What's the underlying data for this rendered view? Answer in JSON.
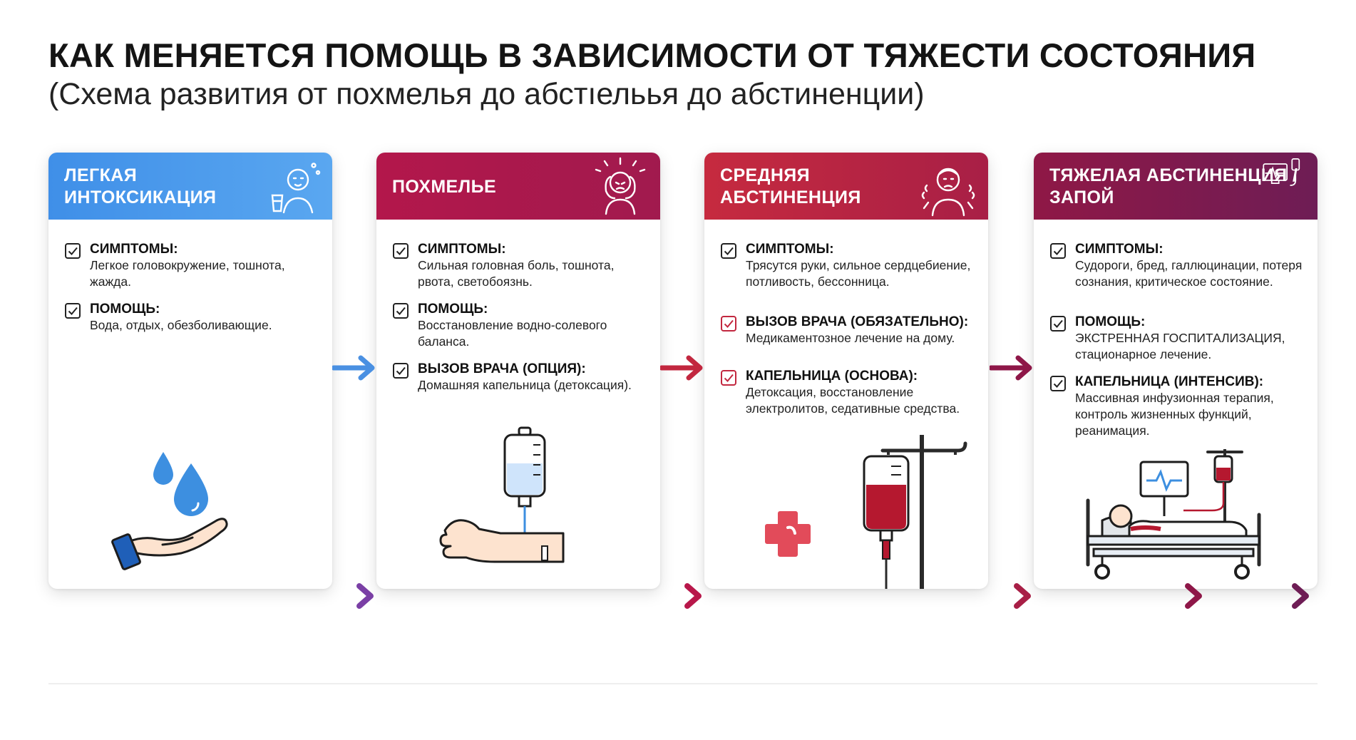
{
  "header": {
    "title": "КАК МЕНЯЕТСЯ ПОМОЩЬ В ЗАВИСИМОСТИ ОТ ТЯЖЕСТИ СОСТОЯНИЯ",
    "subtitle": "(Схема развития от похмелья до абстıельья до абстиненции)"
  },
  "colors": {
    "stage1": "#4a90e2",
    "stage2": "#b8174a",
    "stage3": "#c2273f",
    "stage4": "#8e1748",
    "flow_start": "#4a90e2",
    "flow_end": "#6e1d55"
  },
  "stages": [
    {
      "title": "Легкая интоксикация",
      "header_icon": "person-drinking-water-icon",
      "illustration": "water-drops-hand-icon",
      "sections": [
        {
          "title": "СИМПТОМЫ:",
          "text": "Легкое головокружение, тошнота, жажда."
        },
        {
          "title": "ПОМОЩЬ:",
          "text": "Вода, отдых, обезболивающие."
        }
      ]
    },
    {
      "title": "Похмелье",
      "header_icon": "person-headache-icon",
      "illustration": "iv-drip-arm-icon",
      "sections": [
        {
          "title": "СИМПТОМЫ:",
          "text": "Сильная головная боль, тошнота, рвота, светобоязнь."
        },
        {
          "title": "ПОМОЩЬ:",
          "text": "Восстановление водно-солевого баланса."
        },
        {
          "title": "ВЫЗОВ ВРАЧА (ОПЦИЯ):",
          "text": "Домашняя капельница (детоксация)."
        }
      ]
    },
    {
      "title": "Средняя абстиненция",
      "header_icon": "person-trembling-icon",
      "illustration": "medical-cross-iv-stand-icon",
      "sections": [
        {
          "title": "СИМПТОМЫ:",
          "text": "Трясутся руки, сильное сердцебиение, потливость, бессонница."
        },
        {
          "title": "ВЫЗОВ ВРАЧА (ОБЯЗАТЕЛЬНО):",
          "text": "Медикаментозное лечение на дому."
        },
        {
          "title": "КАПЕЛЬНИЦА (ОСНОВА):",
          "text": "Детоксация, восстановление электролитов, седативные средства."
        }
      ]
    },
    {
      "title": "Тяжелая абстиненция / запой",
      "header_icon": "heart-monitor-iv-icon",
      "illustration": "hospital-bed-patient-icon",
      "sections": [
        {
          "title": "СИМПТОМЫ:",
          "text": "Судороги, бред, галлюцинации, потеря сознания, критическое состояние."
        },
        {
          "title": "ПОМОЩЬ:",
          "text": "ЭКСТРЕННАЯ ГОСПИТАЛИЗАЦИЯ, стационарное лечение."
        },
        {
          "title": "КАПЕЛЬНИЦА (ИНТЕНСИВ):",
          "text": "Массивная инфузионная терапия, контроль жизненных функций, реанимация."
        }
      ]
    }
  ]
}
